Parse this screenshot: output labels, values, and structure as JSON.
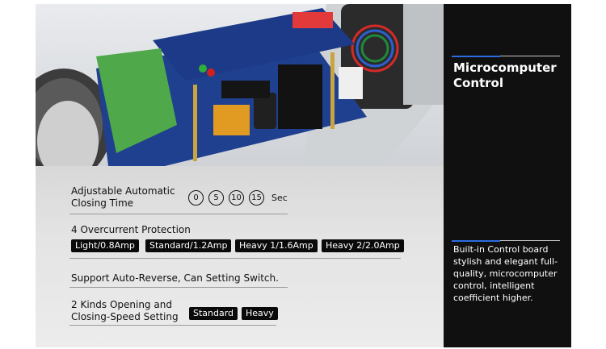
{
  "photo": {
    "subject": "controller-circuit-board-photo"
  },
  "sidebar": {
    "title": "Microcomputer Control",
    "description": "Built-in Control board stylish and elegant full-quality, microcomputer control, intelligent coefficient higher."
  },
  "features": {
    "closing_time": {
      "label": "Adjustable Automatic Closing Time",
      "options": [
        "0",
        "5",
        "10",
        "15"
      ],
      "unit": "Sec"
    },
    "overcurrent": {
      "label": "4 Overcurrent Protection",
      "levels": [
        "Light/0.8Amp",
        "Standard/1.2Amp",
        "Heavy 1/1.6Amp",
        "Heavy 2/2.0Amp"
      ]
    },
    "auto_reverse": {
      "label": "Support Auto-Reverse, Can Setting Switch."
    },
    "speed": {
      "label": "2 Kinds Opening and Closing-Speed Setting",
      "options": [
        "Standard",
        "Heavy"
      ]
    }
  }
}
